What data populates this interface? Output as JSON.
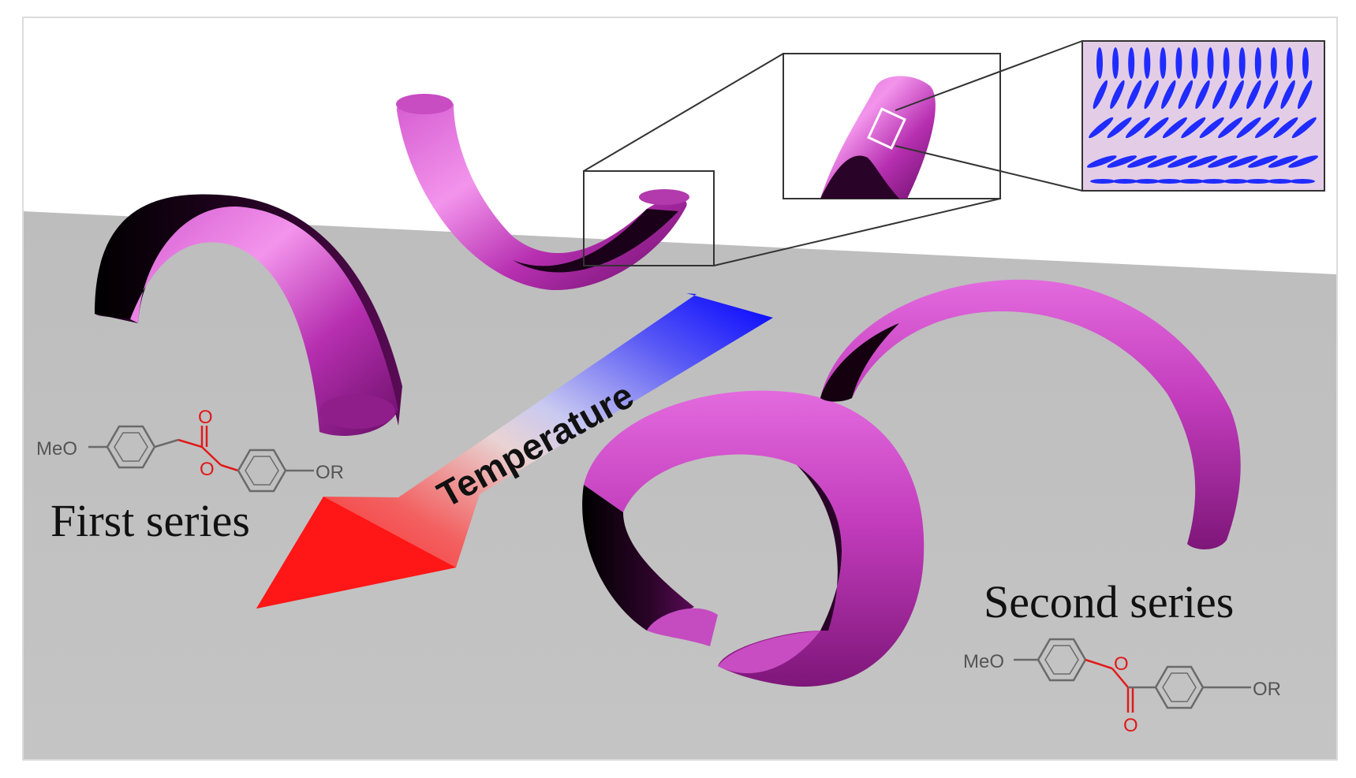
{
  "labels": {
    "temperature": "Temperature",
    "first_series": "First series",
    "second_series": "Second series"
  },
  "molecule_first": {
    "left_group": "MeO",
    "right_group": "OR",
    "carbonyl_o": "O",
    "ester_o": "O"
  },
  "molecule_second": {
    "left_group": "MeO",
    "right_group": "OR",
    "carbonyl_o": "O",
    "ester_o": "O"
  },
  "colors": {
    "ribbon": "#b62fb0",
    "ribbon_highlight": "#f08ae8",
    "ribbon_shadow": "#1a0018",
    "floor": "#bebebe",
    "arrow_hot": "#ff1a1a",
    "arrow_cold": "#0010ff",
    "mesogen": "#1f2bff",
    "mesogen_bg": "#e3cde6",
    "ester_red": "#e11919",
    "bond_gray": "#6a6a6a"
  },
  "icons": {
    "mesogen_panel": "liquid-crystal-alignment-icon",
    "arrow": "temperature-gradient-arrow-icon"
  }
}
